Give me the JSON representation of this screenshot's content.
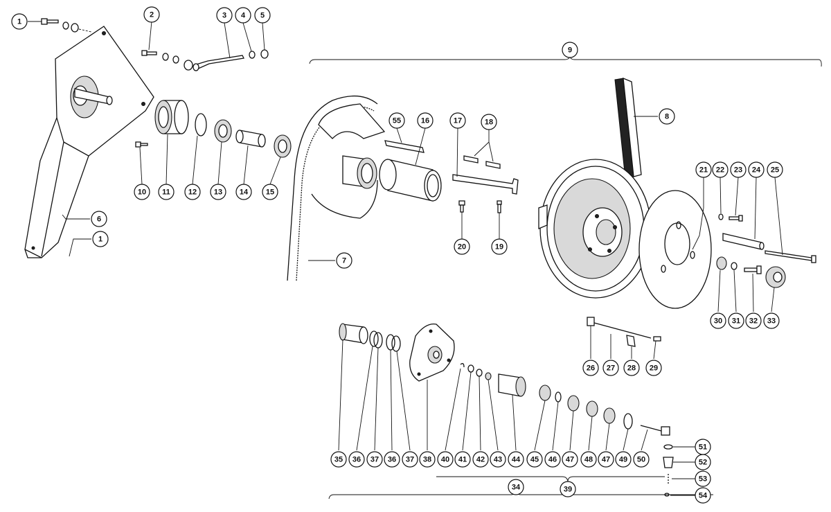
{
  "callouts": [
    {
      "id": "c1a",
      "label": "1"
    },
    {
      "id": "c2",
      "label": "2"
    },
    {
      "id": "c3",
      "label": "3"
    },
    {
      "id": "c4",
      "label": "4"
    },
    {
      "id": "c5",
      "label": "5"
    },
    {
      "id": "c6",
      "label": "6"
    },
    {
      "id": "c1b",
      "label": "1"
    },
    {
      "id": "c7",
      "label": "7"
    },
    {
      "id": "c8",
      "label": "8"
    },
    {
      "id": "c9",
      "label": "9"
    },
    {
      "id": "c10",
      "label": "10"
    },
    {
      "id": "c11",
      "label": "11"
    },
    {
      "id": "c12",
      "label": "12"
    },
    {
      "id": "c13",
      "label": "13"
    },
    {
      "id": "c14",
      "label": "14"
    },
    {
      "id": "c15",
      "label": "15"
    },
    {
      "id": "c55",
      "label": "55"
    },
    {
      "id": "c16",
      "label": "16"
    },
    {
      "id": "c17",
      "label": "17"
    },
    {
      "id": "c18",
      "label": "18"
    },
    {
      "id": "c20",
      "label": "20"
    },
    {
      "id": "c19",
      "label": "19"
    },
    {
      "id": "c21",
      "label": "21"
    },
    {
      "id": "c22",
      "label": "22"
    },
    {
      "id": "c23",
      "label": "23"
    },
    {
      "id": "c24",
      "label": "24"
    },
    {
      "id": "c25",
      "label": "25"
    },
    {
      "id": "c30",
      "label": "30"
    },
    {
      "id": "c31",
      "label": "31"
    },
    {
      "id": "c32",
      "label": "32"
    },
    {
      "id": "c33",
      "label": "33"
    },
    {
      "id": "c26",
      "label": "26"
    },
    {
      "id": "c27",
      "label": "27"
    },
    {
      "id": "c28",
      "label": "28"
    },
    {
      "id": "c29",
      "label": "29"
    },
    {
      "id": "c35",
      "label": "35"
    },
    {
      "id": "c36a",
      "label": "36"
    },
    {
      "id": "c37a",
      "label": "37"
    },
    {
      "id": "c36b",
      "label": "36"
    },
    {
      "id": "c37b",
      "label": "37"
    },
    {
      "id": "c38",
      "label": "38"
    },
    {
      "id": "c40",
      "label": "40"
    },
    {
      "id": "c41",
      "label": "41"
    },
    {
      "id": "c42",
      "label": "42"
    },
    {
      "id": "c43",
      "label": "43"
    },
    {
      "id": "c44",
      "label": "44"
    },
    {
      "id": "c45",
      "label": "45"
    },
    {
      "id": "c46",
      "label": "46"
    },
    {
      "id": "c47a",
      "label": "47"
    },
    {
      "id": "c48",
      "label": "48"
    },
    {
      "id": "c47b",
      "label": "47"
    },
    {
      "id": "c49",
      "label": "49"
    },
    {
      "id": "c50",
      "label": "50"
    },
    {
      "id": "c51",
      "label": "51"
    },
    {
      "id": "c52",
      "label": "52"
    },
    {
      "id": "c53",
      "label": "53"
    },
    {
      "id": "c39",
      "label": "39"
    },
    {
      "id": "c34",
      "label": "34"
    },
    {
      "id": "c54",
      "label": "54"
    }
  ]
}
